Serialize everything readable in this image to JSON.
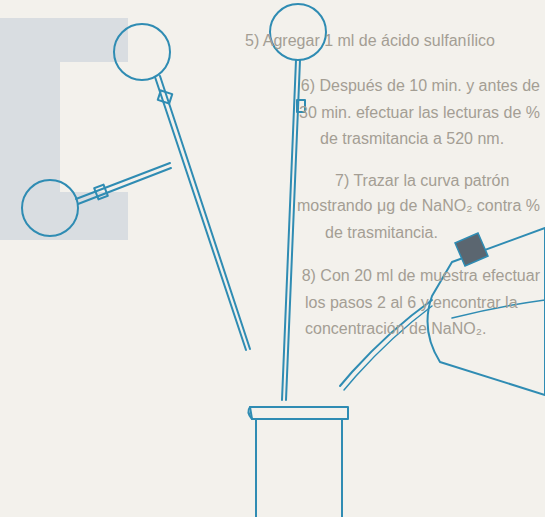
{
  "diagram": {
    "labels": [
      "5) Agregar 1 ml de ácido sulfanílico",
      "6) Después de 10 min. y antes de",
      "30 min. efectuar las lecturas de %",
      "de trasmitancia a 520 nm.",
      "7) Trazar la curva patrón",
      "mostrando μg de NaNO₂ contra %",
      "de trasmitancia.",
      "8) Con 20 ml de muestra efectuar",
      "los pasos 2 al 6 y encontrar la",
      "concentración de NaNO₂."
    ]
  }
}
